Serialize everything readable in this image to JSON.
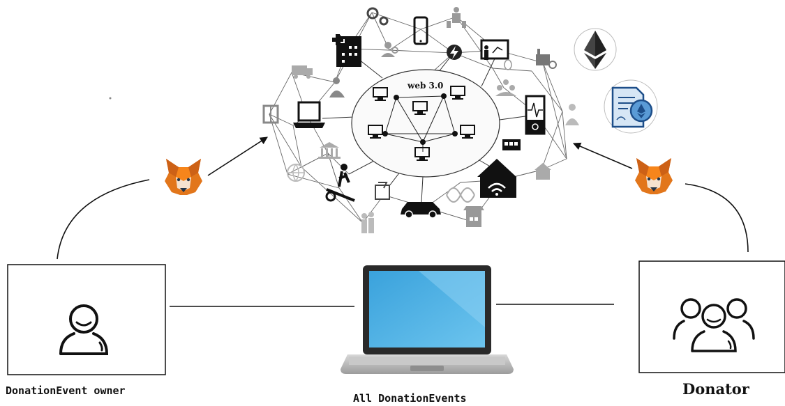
{
  "diagram": {
    "web_label": "web 3.0",
    "owner_label": "DonationEvent owner",
    "events_label": "All DonationEvents",
    "donator_label": "Donator"
  },
  "icons": {
    "owner": "user-icon",
    "donator": "user-group-icon",
    "laptop": "laptop-icon",
    "wallet": "metamask-fox-icon",
    "ethereum": "ethereum-icon",
    "contract": "smart-contract-icon"
  }
}
